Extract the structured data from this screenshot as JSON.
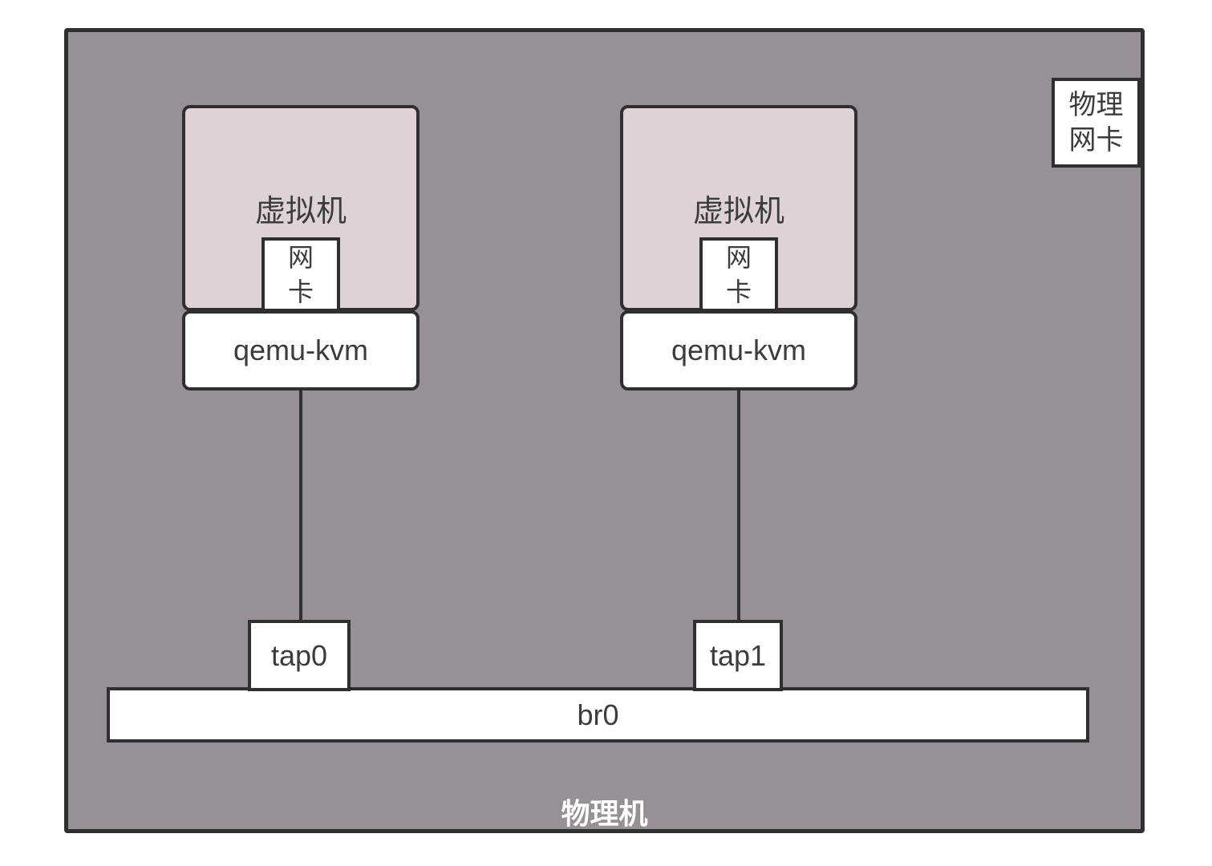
{
  "host": {
    "label": "物理机"
  },
  "physical_nic": {
    "line1": "物理",
    "line2": "网卡"
  },
  "vms": [
    {
      "vm_label": "虚拟机",
      "nic_label_line1": "网",
      "nic_label_line2": "卡",
      "hypervisor_label": "qemu-kvm",
      "tap_label": "tap0"
    },
    {
      "vm_label": "虚拟机",
      "nic_label_line1": "网",
      "nic_label_line2": "卡",
      "hypervisor_label": "qemu-kvm",
      "tap_label": "tap1"
    }
  ],
  "bridge": {
    "label": "br0"
  },
  "colors": {
    "page_bg": "#ffffff",
    "host_bg": "#989097",
    "vm_bg": "#ded2d8",
    "box_bg": "#ffffff",
    "border": "#2e2f31",
    "text": "#3c3c3e",
    "host_label_text": "#ffffff"
  }
}
